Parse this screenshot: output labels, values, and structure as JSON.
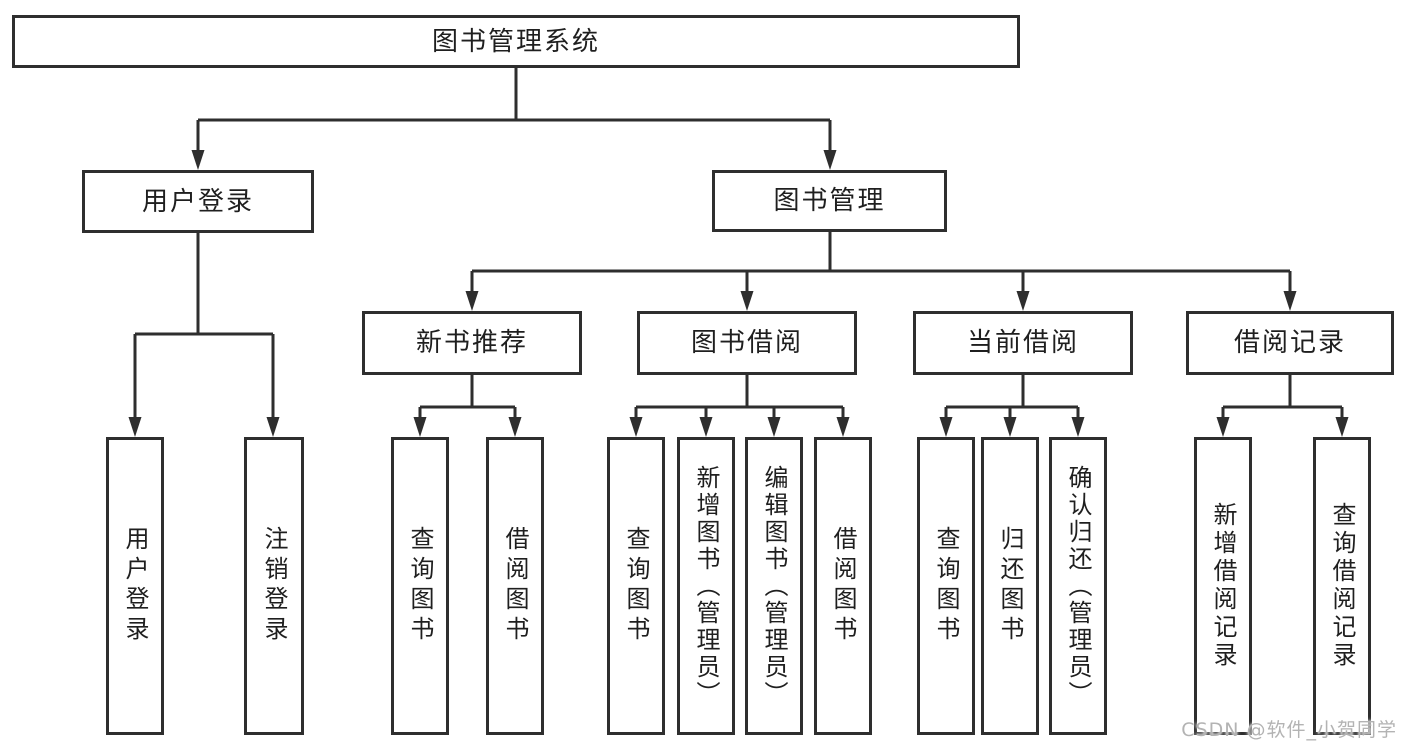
{
  "diagram": {
    "root_label": "图书管理系统",
    "user_login": {
      "label": "用户登录",
      "children": [
        "用户登录",
        "注销登录"
      ]
    },
    "book_management": {
      "label": "图书管理",
      "sections": [
        {
          "label": "新书推荐",
          "children": [
            "查询图书",
            "借阅图书"
          ]
        },
        {
          "label": "图书借阅",
          "children": [
            "查询图书",
            "新增图书（管理员）",
            "编辑图书（管理员）",
            "借阅图书"
          ]
        },
        {
          "label": "当前借阅",
          "children": [
            "查询图书",
            "归还图书",
            "确认归还（管理员）"
          ]
        },
        {
          "label": "借阅记录",
          "children": [
            "新增借阅记录",
            "查询借阅记录"
          ]
        }
      ]
    },
    "watermark": "CSDN @软件_小贺同学",
    "colors": {
      "line": "#2e2e2e",
      "text": "#1f1f1f",
      "watermark": "#b3b3b3",
      "background": "#ffffff"
    }
  }
}
